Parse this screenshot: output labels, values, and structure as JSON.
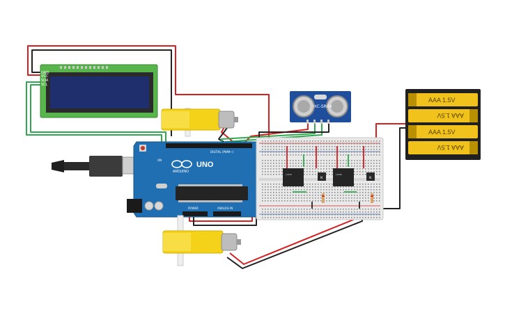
{
  "lcd": {
    "pin_labels": [
      "GND",
      "VCC",
      "SDA",
      "SCL"
    ]
  },
  "arduino": {
    "model": "UNO",
    "brand": "ARDUINO",
    "header_digital": "DIGITAL (PWM~)",
    "header_power": "POWER",
    "header_analog": "ANALOG IN",
    "on_label": "ON"
  },
  "sonar": {
    "label": "HC-SR04"
  },
  "battery": {
    "cells": [
      "AAA 1.5V",
      "AAA 1.5V",
      "AAA 1.5V",
      "AAA 1.5V"
    ]
  },
  "driver_labels": [
    "L293D",
    "L293D"
  ],
  "transistor_label": "N",
  "colors": {
    "wire_red": "#d42020",
    "wire_black": "#222222",
    "wire_green": "#2fa84f",
    "board_blue": "#1f6fb2",
    "lcd_green": "#57b54c",
    "motor_yellow": "#f5d21a",
    "breadboard": "#e9e9e9"
  }
}
